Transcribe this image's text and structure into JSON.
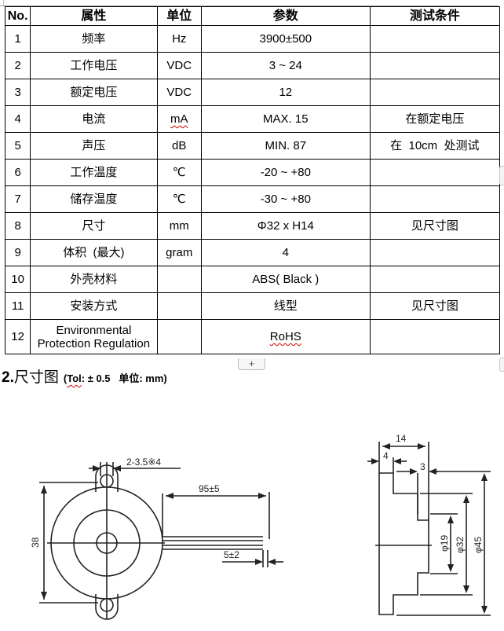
{
  "spec_table": {
    "headers": {
      "no": "No.",
      "attribute": "属性",
      "unit": "单位",
      "parameter": "参数",
      "test_condition": "测试条件"
    },
    "rows": [
      {
        "no": "1",
        "attribute": "频率",
        "unit": "Hz",
        "parameter": "3900±500",
        "test_condition": ""
      },
      {
        "no": "2",
        "attribute": "工作电压",
        "unit": "VDC",
        "parameter": "3 ~ 24",
        "test_condition": ""
      },
      {
        "no": "3",
        "attribute": "额定电压",
        "unit": "VDC",
        "parameter": "12",
        "test_condition": ""
      },
      {
        "no": "4",
        "attribute": "电流",
        "unit": "mA",
        "parameter": "MAX. 15",
        "test_condition": "在额定电压"
      },
      {
        "no": "5",
        "attribute": "声压",
        "unit": "dB",
        "parameter": "MIN. 87",
        "test_condition": "在  10cm  处测试"
      },
      {
        "no": "6",
        "attribute": "工作温度",
        "unit": "℃",
        "parameter": "-20 ~ +80",
        "test_condition": ""
      },
      {
        "no": "7",
        "attribute": "储存温度",
        "unit": "℃",
        "parameter": "-30 ~ +80",
        "test_condition": ""
      },
      {
        "no": "8",
        "attribute": "尺寸",
        "unit": "mm",
        "parameter": "Φ32 x H14",
        "test_condition": "见尺寸图"
      },
      {
        "no": "9",
        "attribute": "体积  (最大)",
        "unit": "gram",
        "parameter": "4",
        "test_condition": ""
      },
      {
        "no": "10",
        "attribute": "外壳材料",
        "unit": "",
        "parameter": "ABS( Black )",
        "test_condition": ""
      },
      {
        "no": "11",
        "attribute": "安装方式",
        "unit": "",
        "parameter": "线型",
        "test_condition": "见尺寸图"
      },
      {
        "no": "12",
        "attribute_line1": "Environmental",
        "attribute_line2": "Protection Regulation",
        "unit": "",
        "parameter": "RoHS",
        "test_condition": ""
      }
    ]
  },
  "add_row_button": {
    "label": "+"
  },
  "section2": {
    "number": "2.",
    "title": "尺寸图",
    "note_open": "(",
    "note_tol_word": "Tol",
    "note_rest": ": ± 0.5   单位: mm)"
  },
  "front_view": {
    "hole_label": "2-3.5※4",
    "lead_length_label": "95±5",
    "strip_label": "5±2",
    "height_label": "38"
  },
  "side_view": {
    "depth_label": "14",
    "flange_label": "4",
    "step_label": "3",
    "dia_inner_label": "φ19",
    "dia_mid_label": "φ32",
    "dia_outer_label": "φ45"
  },
  "colors": {
    "border": "#000000",
    "spellcheck": "#d40000",
    "drawing": "#222222"
  }
}
